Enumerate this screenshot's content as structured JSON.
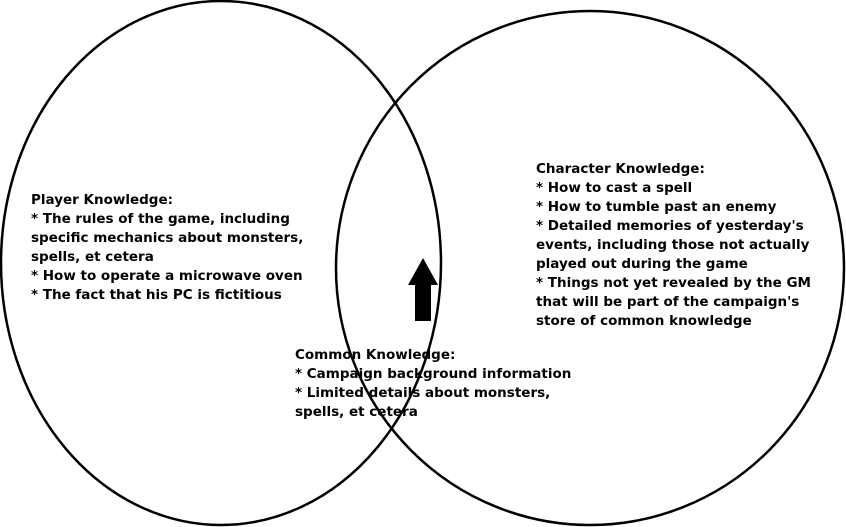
{
  "player": {
    "lines": [
      "Player Knowledge:",
      "* The rules of the game, including",
      "specific mechanics about monsters,",
      "spells, et cetera",
      "* How to operate a microwave oven",
      "* The fact that his PC is fictitious"
    ]
  },
  "character": {
    "lines": [
      "Character Knowledge:",
      "* How to cast a spell",
      "* How to tumble past an enemy",
      "* Detailed memories of yesterday's",
      "events, including those not actually",
      "played out during the game",
      "* Things not yet revealed by the GM",
      "that will be part of the campaign's",
      "store of common knowledge"
    ]
  },
  "common": {
    "lines": [
      "Common Knowledge:",
      "* Campaign background information",
      "* Limited details about monsters,",
      "spells, et cetera"
    ]
  },
  "arrow": {
    "icon": "up-arrow-icon",
    "color": "#000000"
  },
  "colors": {
    "stroke": "#000000",
    "background": "#ffffff"
  }
}
